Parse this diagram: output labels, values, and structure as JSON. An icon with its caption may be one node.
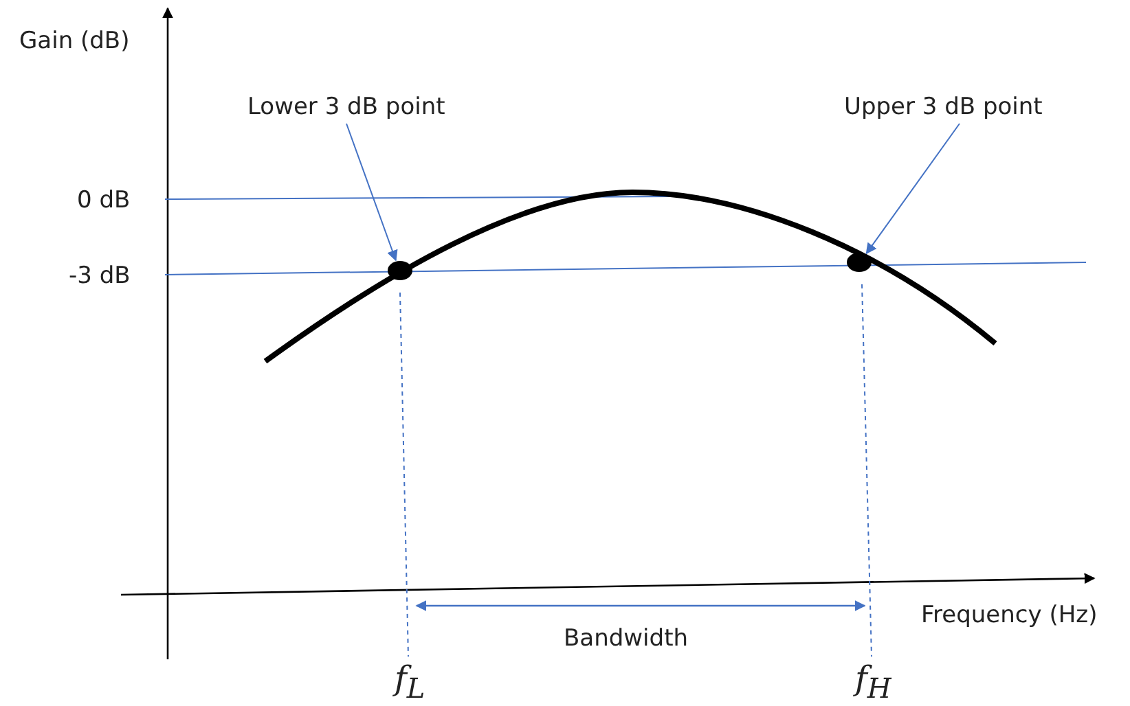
{
  "diagram": {
    "nodes": [
      {
        "text": [
          "Lower 3 dB point"
        ]
      },
      {
        "text": [
          "Upper 3 dB point"
        ]
      },
      {
        "text": [],
        "shape": "circle"
      },
      {
        "text": [],
        "shape": "circle"
      }
    ],
    "edges": [
      {
        "from": 0,
        "to": 2,
        "arrow": "to"
      },
      {
        "from": 1,
        "to": 3,
        "arrow": "to"
      }
    ],
    "labels": [
      "Gain (dB)",
      "0 dB",
      "-3 dB",
      "Frequency (Hz)",
      "Bandwidth",
      "f$_{L}$",
      "f$_{H}$"
    ]
  }
}
